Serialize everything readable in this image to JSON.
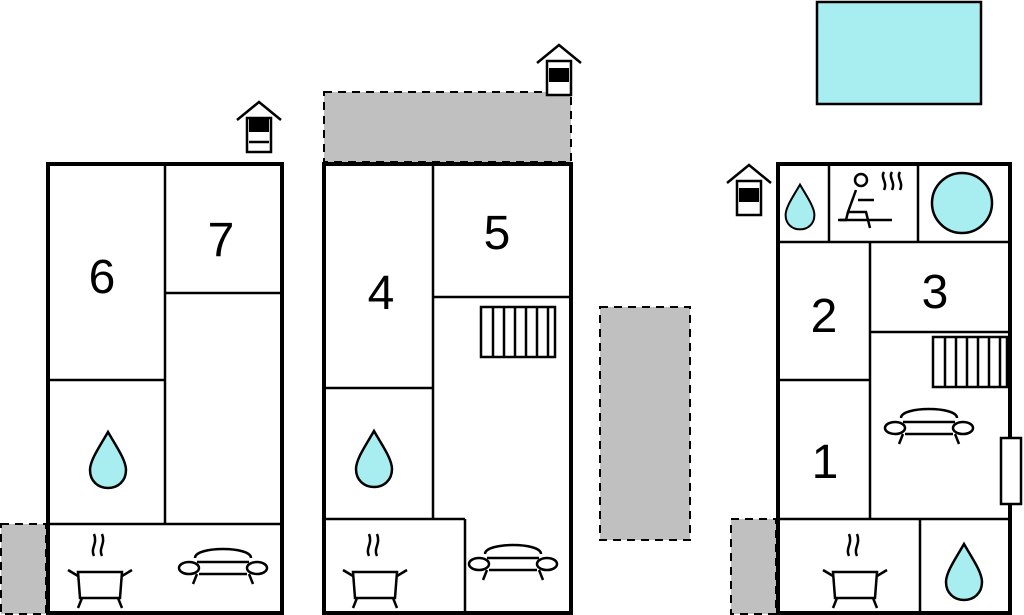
{
  "colors": {
    "wall": "#000000",
    "terrace": "#c0c0c0",
    "water": "#a8eef0",
    "background": "#ffffff"
  },
  "rooms": {
    "b1_bedroom_a": "6",
    "b1_bedroom_b": "7",
    "b2_bedroom_a": "4",
    "b2_bedroom_b": "5",
    "b3_bedroom_a": "2",
    "b3_bedroom_b": "3",
    "b3_bedroom_c": "1"
  },
  "icons": {
    "entrance": "house-entrance-icon",
    "bathroom": "water-drop-icon",
    "kitchen": "cooking-pot-icon",
    "living": "sofa-icon",
    "stairs": "stairs-icon",
    "sauna": "sauna-icon",
    "hot_tub": "hot-tub-icon",
    "pool": "pool-icon",
    "terrace": "terrace-area"
  }
}
